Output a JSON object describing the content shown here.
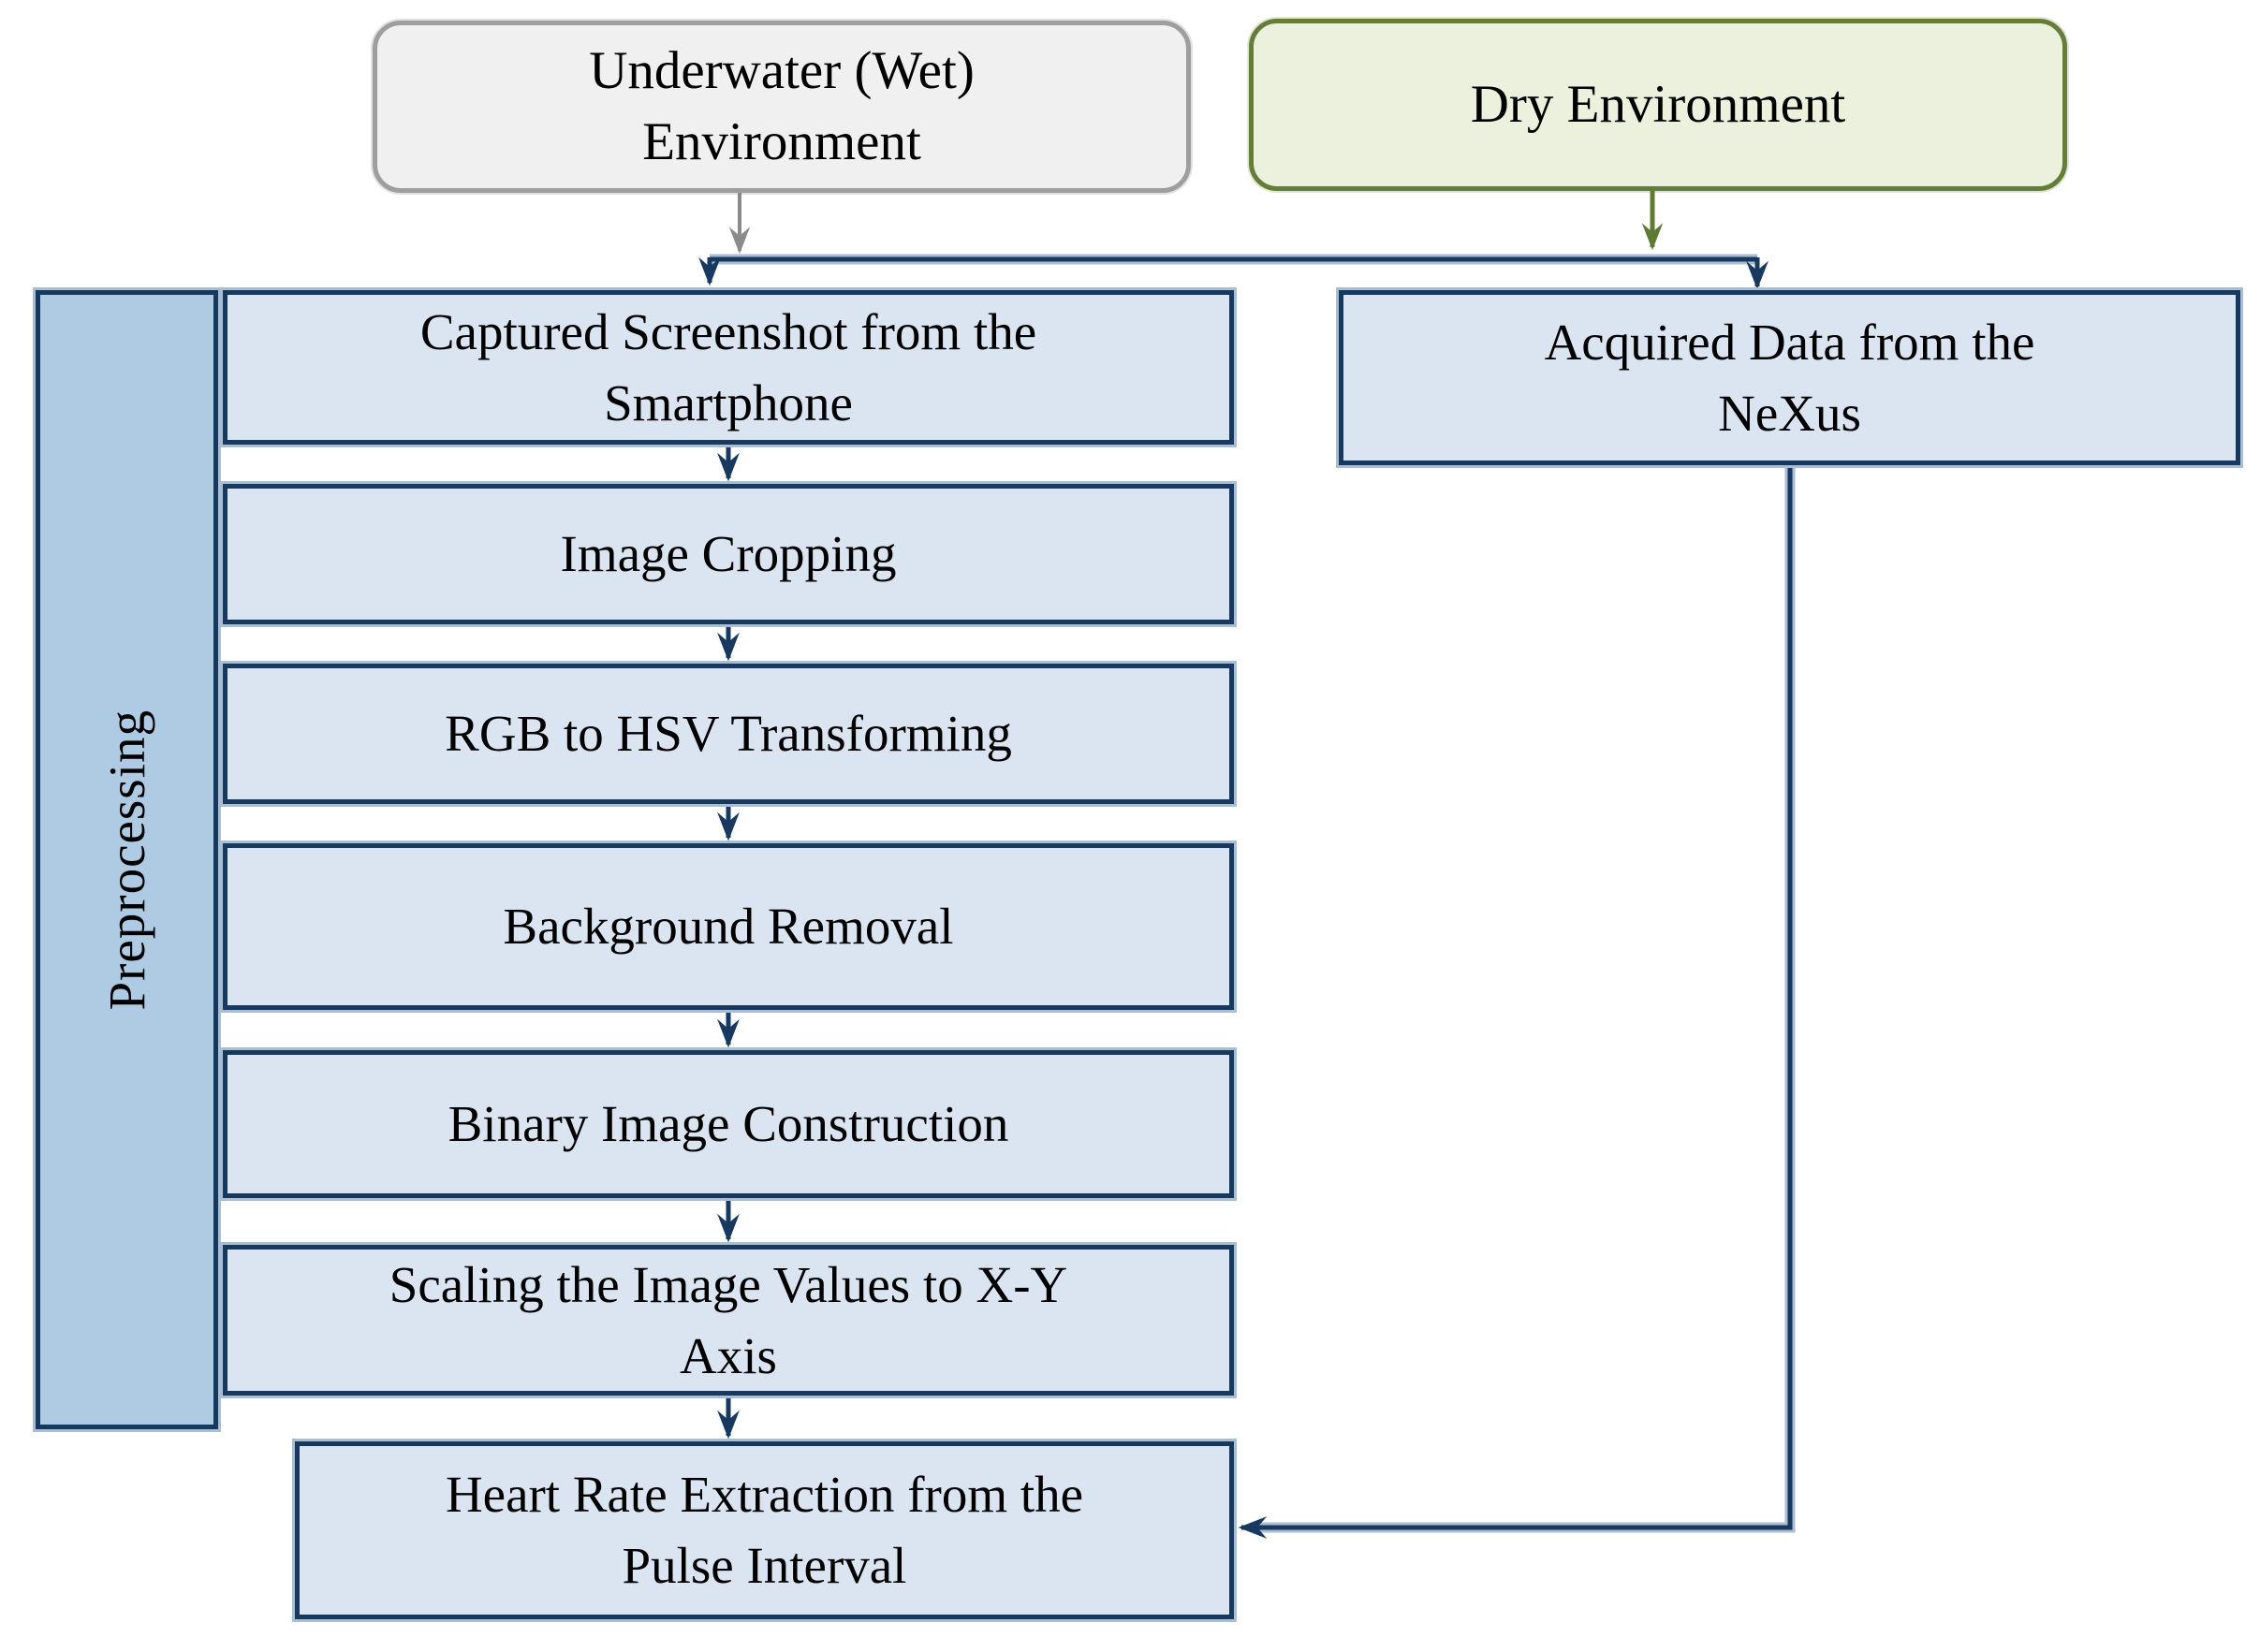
{
  "diagram": {
    "top_boxes": {
      "underwater": {
        "lines": [
          "Underwater (Wet)",
          "Environment"
        ]
      },
      "dry": {
        "lines": [
          "Dry Environment"
        ]
      }
    },
    "sidebar": {
      "label": "Preprocessing"
    },
    "pipeline": {
      "steps": [
        {
          "id": "captured-screenshot",
          "lines": [
            "Captured Screenshot from the",
            "Smartphone"
          ]
        },
        {
          "id": "image-cropping",
          "lines": [
            "Image Cropping"
          ]
        },
        {
          "id": "rgb-to-hsv",
          "lines": [
            "RGB to HSV Transforming"
          ]
        },
        {
          "id": "background-removal",
          "lines": [
            "Background Removal"
          ]
        },
        {
          "id": "binary-image",
          "lines": [
            "Binary Image Construction"
          ]
        },
        {
          "id": "scaling-xy",
          "lines": [
            "Scaling the Image Values to X-Y",
            "Axis"
          ]
        },
        {
          "id": "heart-rate",
          "lines": [
            "Heart Rate Extraction from the",
            "Pulse Interval"
          ]
        }
      ]
    },
    "right_branch": {
      "acquired": {
        "lines": [
          "Acquired Data from the",
          "NeXus"
        ]
      }
    },
    "colors": {
      "navy_border": "#17395f",
      "process_fill": "#dbe5f1",
      "sidebar_fill": "#afcbe3",
      "halo": "#a9bed2",
      "wet_fill": "#f0f0f0",
      "wet_border": "#9e9e9e",
      "dry_fill": "#ecf1de",
      "dry_border": "#647d37",
      "gray_arrow": "#8a8a8a",
      "green_arrow": "#5e7a34",
      "text": "#000000"
    }
  }
}
